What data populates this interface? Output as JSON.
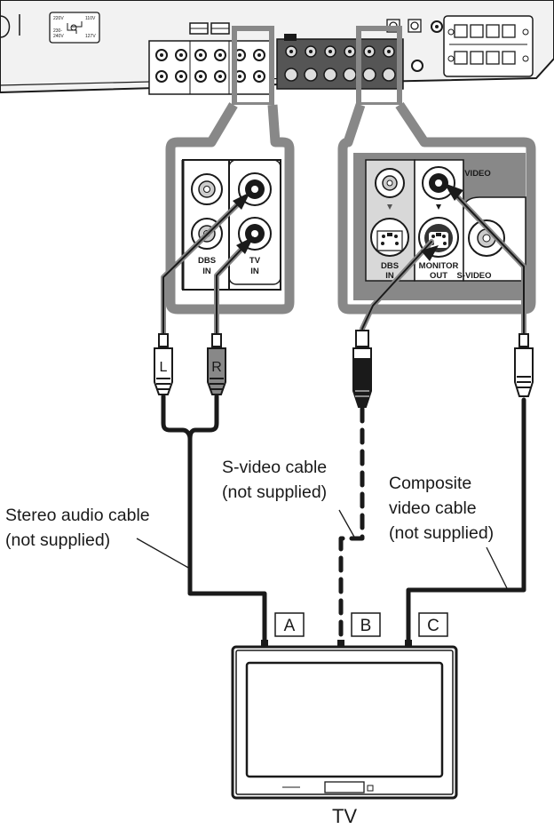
{
  "captions": {
    "stereo_line1": "Stereo audio cable",
    "stereo_line2": "(not supplied)",
    "svideo_line1": "S-video cable",
    "svideo_line2": "(not supplied)",
    "composite_line1": "Composite",
    "composite_line2": "video cable",
    "composite_line3": "(not supplied)",
    "tv": "TV"
  },
  "tv_inputs": {
    "a": "A",
    "b": "B",
    "c": "C"
  },
  "audio_panel": {
    "dbs": "DBS",
    "dbs_in": "IN",
    "tv": "TV",
    "tv_in": "IN"
  },
  "video_panel": {
    "video": "VIDEO",
    "dbs": "DBS",
    "dbs_in": "IN",
    "monitor": "MONITOR",
    "out": "OUT",
    "svideo": "S-VIDEO"
  },
  "plugs": {
    "left": "L",
    "right": "R"
  },
  "voltage_selector": {
    "v220": "220V",
    "v110": "110V",
    "v230_240": "230-",
    "v240": "240V",
    "v127": "127V"
  },
  "colors": {
    "line": "#1a1a1a",
    "panel_gray": "#888888",
    "panel_light": "#d8d8d8"
  }
}
